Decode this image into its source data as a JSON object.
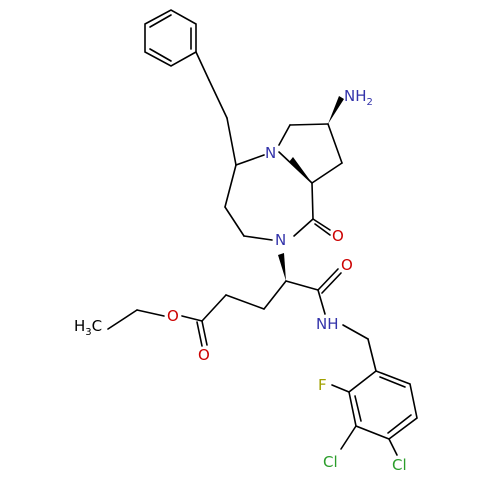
{
  "colors": {
    "carbon_bond": "#000000",
    "nitrogen": "#3333aa",
    "oxygen": "#cc0000",
    "fluorine": "#a0a000",
    "chlorine": "#2a9d2a"
  },
  "atoms": {
    "nh2": {
      "main": "NH",
      "sub": "2"
    },
    "n_ring_top": "N",
    "n_amide_ring": "N",
    "o_lactam": "O",
    "o_amide": "O",
    "nh_amide": "NH",
    "o_ester_single": "O",
    "o_ester_double": "O",
    "ch3": {
      "main": "H",
      "sub": "3",
      "tail": "C"
    },
    "fluorine": "F",
    "cl_1": "Cl",
    "cl_2": "Cl"
  }
}
